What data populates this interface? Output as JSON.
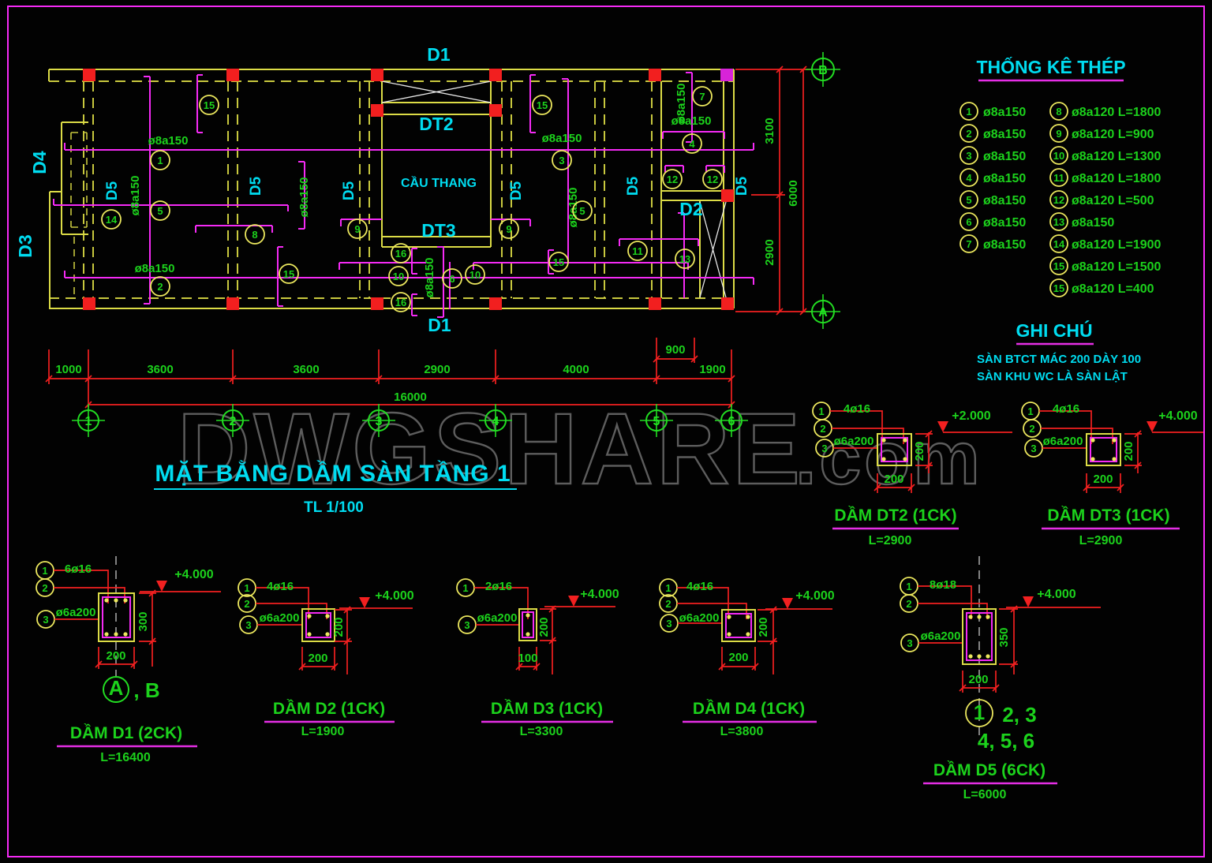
{
  "watermark": {
    "main": "DWGSHARE",
    "suffix": ".com"
  },
  "title": {
    "text": "MẶT BẰNG DẦM SÀN TẦNG 1",
    "scale": "TL 1/100"
  },
  "plan": {
    "labels": {
      "d1_top": "D1",
      "d1_bottom": "D1",
      "d4": "D4",
      "d3": "D3",
      "dt2": "DT2",
      "dt3": "DT3",
      "d2": "D2",
      "stair": "CẦU THANG"
    },
    "d5_labels": [
      "D5",
      "D5",
      "D5",
      "D5",
      "D5",
      "D5"
    ],
    "rebar_h": [
      "ø8a150",
      "ø8a150",
      "ø8a150",
      "ø8a150"
    ],
    "rebar_v": [
      "ø8a150",
      "ø8a150",
      "ø8a150",
      "ø8a150",
      "ø8a150"
    ],
    "callouts": [
      {
        "n": "15"
      },
      {
        "n": "15"
      },
      {
        "n": "7"
      },
      {
        "n": "1"
      },
      {
        "n": "3"
      },
      {
        "n": "4"
      },
      {
        "n": "5"
      },
      {
        "n": "5"
      },
      {
        "n": "14"
      },
      {
        "n": "8"
      },
      {
        "n": "9"
      },
      {
        "n": "9"
      },
      {
        "n": "12"
      },
      {
        "n": "12"
      },
      {
        "n": "2"
      },
      {
        "n": "15"
      },
      {
        "n": "16"
      },
      {
        "n": "10"
      },
      {
        "n": "6"
      },
      {
        "n": "10"
      },
      {
        "n": "15"
      },
      {
        "n": "16"
      },
      {
        "n": "11"
      },
      {
        "n": "13"
      }
    ],
    "grid_cols": [
      "1",
      "2",
      "3",
      "4",
      "5",
      "6"
    ],
    "grid_a": "A",
    "grid_b": "B",
    "dims": {
      "bottom": [
        "1000",
        "3600",
        "3600",
        "2900",
        "4000",
        "1900"
      ],
      "d900": "900",
      "total": "16000",
      "right": [
        "3100",
        "2900",
        "6000"
      ]
    }
  },
  "steel": {
    "title": "THỐNG KÊ THÉP",
    "left": [
      {
        "no": "1",
        "spec": "ø8a150"
      },
      {
        "no": "2",
        "spec": "ø8a150"
      },
      {
        "no": "3",
        "spec": "ø8a150"
      },
      {
        "no": "4",
        "spec": "ø8a150"
      },
      {
        "no": "5",
        "spec": "ø8a150"
      },
      {
        "no": "6",
        "spec": "ø8a150"
      },
      {
        "no": "7",
        "spec": "ø8a150"
      }
    ],
    "right": [
      {
        "no": "8",
        "spec": "ø8a120 L=1800"
      },
      {
        "no": "9",
        "spec": "ø8a120 L=900"
      },
      {
        "no": "10",
        "spec": "ø8a120 L=1300"
      },
      {
        "no": "11",
        "spec": "ø8a120 L=1800"
      },
      {
        "no": "12",
        "spec": "ø8a120 L=500"
      },
      {
        "no": "13",
        "spec": "ø8a150"
      },
      {
        "no": "14",
        "spec": "ø8a120 L=1900"
      },
      {
        "no": "15",
        "spec": "ø8a120 L=1500"
      },
      {
        "no": "15",
        "spec": "ø8a120 L=400"
      }
    ]
  },
  "notes": {
    "title": "GHI CHÚ",
    "line1": "SÀN BTCT MÁC 200 DÀY 100",
    "line2": "SÀN KHU WC LÀ SÀN LẬT"
  },
  "sections": {
    "dt2": {
      "c1": "1",
      "c2": "2",
      "c3": "3",
      "top": "4ø16",
      "stirrup": "ø6a200",
      "w": "200",
      "h": "200",
      "level": "+2.000",
      "title": "DẦM DT2 (1CK)",
      "length": "L=2900"
    },
    "dt3": {
      "c1": "1",
      "c2": "2",
      "c3": "3",
      "top": "4ø16",
      "stirrup": "ø6a200",
      "w": "200",
      "h": "200",
      "level": "+4.000",
      "title": "DẦM DT3 (1CK)",
      "length": "L=2900"
    },
    "d1": {
      "c1": "1",
      "c2": "2",
      "c3": "3",
      "top": "6ø16",
      "stirrup": "ø6a200",
      "w": "200",
      "h": "300",
      "level": "+4.000",
      "title": "DẦM D1 (2CK)",
      "length": "L=16400",
      "axis_a": "A",
      "axis_b": ", B"
    },
    "d2": {
      "c1": "1",
      "c2": "2",
      "c3": "3",
      "top": "4ø16",
      "stirrup": "ø6a200",
      "w": "200",
      "h": "200",
      "level": "+4.000",
      "title": "DẦM D2 (1CK)",
      "length": "L=1900"
    },
    "d3": {
      "c1": "1",
      "c3": "3",
      "top": "2ø16",
      "stirrup": "ø6a200",
      "w": "100",
      "h": "200",
      "level": "+4.000",
      "title": "DẦM D3 (1CK)",
      "length": "L=3300"
    },
    "d4": {
      "c1": "1",
      "c2": "2",
      "c3": "3",
      "top": "4ø16",
      "stirrup": "ø6a200",
      "w": "200",
      "h": "200",
      "level": "+4.000",
      "title": "DẦM D4 (1CK)",
      "length": "L=3800"
    },
    "d5": {
      "c1": "1",
      "c2": "2",
      "c3": "3",
      "top": "8ø18",
      "stirrup": "ø6a200",
      "w": "200",
      "h": "350",
      "level": "+4.000",
      "title": "DẦM D5 (6CK)",
      "length": "L=6000",
      "axis1": "1",
      "axis2": "2, 3",
      "axis3": "4, 5, 6"
    }
  }
}
